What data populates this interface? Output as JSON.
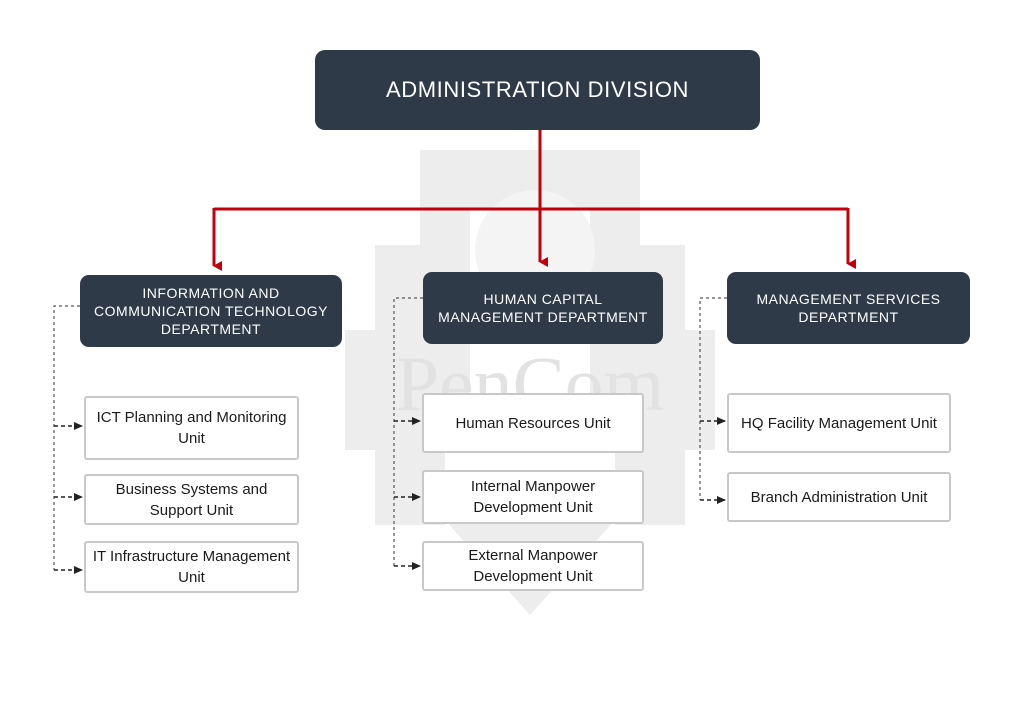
{
  "root": {
    "label": "ADMINISTRATION  DIVISION"
  },
  "departments": [
    {
      "label": "INFORMATION  AND COMMUNICATION  TECHNOLOGY DEPARTMENT",
      "units": [
        "ICT Planning and Monitoring Unit",
        "Business Systems and Support Unit",
        "IT Infrastructure  Management Unit"
      ]
    },
    {
      "label": "HUMAN  CAPITAL MANAGEMENT  DEPARTMENT",
      "units": [
        "Human Resources  Unit",
        "Internal  Manpower Development Unit",
        "External  Manpower Development  Unit"
      ]
    },
    {
      "label": "MANAGEMENT  SERVICES DEPARTMENT",
      "units": [
        "HQ Facility  Management  Unit",
        "Branch  Administration  Unit"
      ]
    }
  ],
  "watermark": {
    "text": "PenCom"
  },
  "colors": {
    "dark_box": "#2e3a48",
    "red_connector": "#c0000a",
    "dashed_connector": "#555555",
    "unit_border": "#c8c8c8"
  }
}
